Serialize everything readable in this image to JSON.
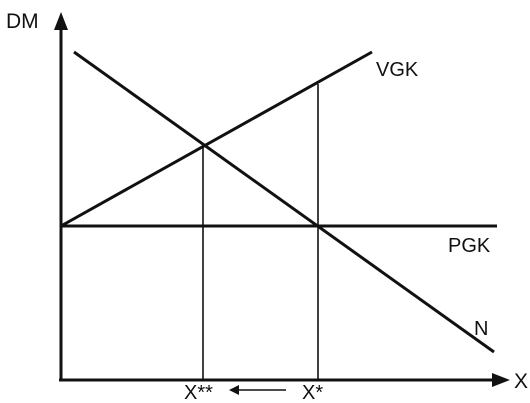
{
  "axes": {
    "y_label": "DM",
    "x_label": "X"
  },
  "curves": {
    "vgk": "VGK",
    "pgk": "PGK",
    "n": "N"
  },
  "points": {
    "x_double_star": "X**",
    "x_star": "X*"
  },
  "shift_arrow": {
    "direction": "left"
  },
  "colors": {
    "ink": "#111111",
    "background": "#ffffff"
  }
}
